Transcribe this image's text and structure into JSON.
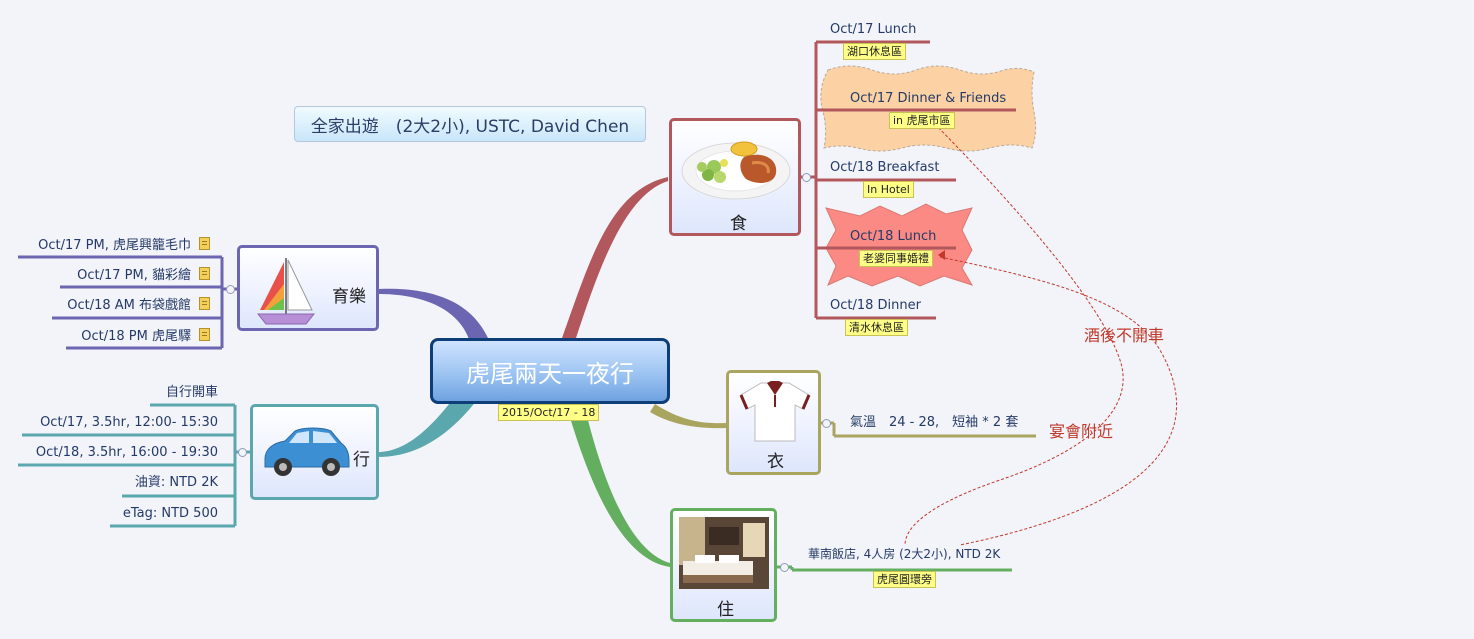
{
  "central": {
    "title": "虎尾兩天一夜行",
    "note": "2015/Oct/17 - 18"
  },
  "floating_title": "全家出遊　(2大2小), USTC, David Chen",
  "food": {
    "label": "食",
    "items": [
      {
        "title": "Oct/17 Lunch",
        "note": "湖口休息區"
      },
      {
        "title": "Oct/17 Dinner & Friends",
        "note": "in 虎尾市區"
      },
      {
        "title": "Oct/18 Breakfast",
        "note": "In Hotel"
      },
      {
        "title": "Oct/18 Lunch",
        "note": "老婆同事婚禮"
      },
      {
        "title": "Oct/18 Dinner",
        "note": "清水休息區"
      }
    ]
  },
  "entertainment": {
    "label": "育樂",
    "items": [
      "Oct/17 PM, 虎尾興籠毛巾",
      "Oct/17 PM, 貓彩繪",
      "Oct/18 AM 布袋戲館",
      "Oct/18 PM 虎尾驛"
    ]
  },
  "transport": {
    "label": "行",
    "items": [
      "自行開車",
      "Oct/17, 3.5hr, 12:00- 15:30",
      "Oct/18, 3.5hr, 16:00 - 19:30",
      "油資: NTD 2K",
      "eTag: NTD 500"
    ]
  },
  "clothing": {
    "label": "衣",
    "item": "氣溫　24 - 28,　短袖 * 2 套"
  },
  "lodging": {
    "label": "住",
    "item": "華南飯店, 4人房 (2大2小), NTD 2K",
    "note": "虎尾圓環旁"
  },
  "relationships": {
    "no_drink_drive": "酒後不開車",
    "near_banquet": "宴會附近"
  },
  "colors": {
    "food": "#b2575c",
    "entertainment": "#6b65b2",
    "transport": "#5aa7ad",
    "clothing": "#a9a55e",
    "lodging": "#64ae60",
    "relationship": "#c0392b"
  },
  "icons": {
    "food": "meal-plate-icon",
    "entertainment": "sailboat-icon",
    "transport": "car-icon",
    "clothing": "polo-shirt-icon",
    "lodging": "hotel-room-icon",
    "note": "memo-note-icon"
  }
}
